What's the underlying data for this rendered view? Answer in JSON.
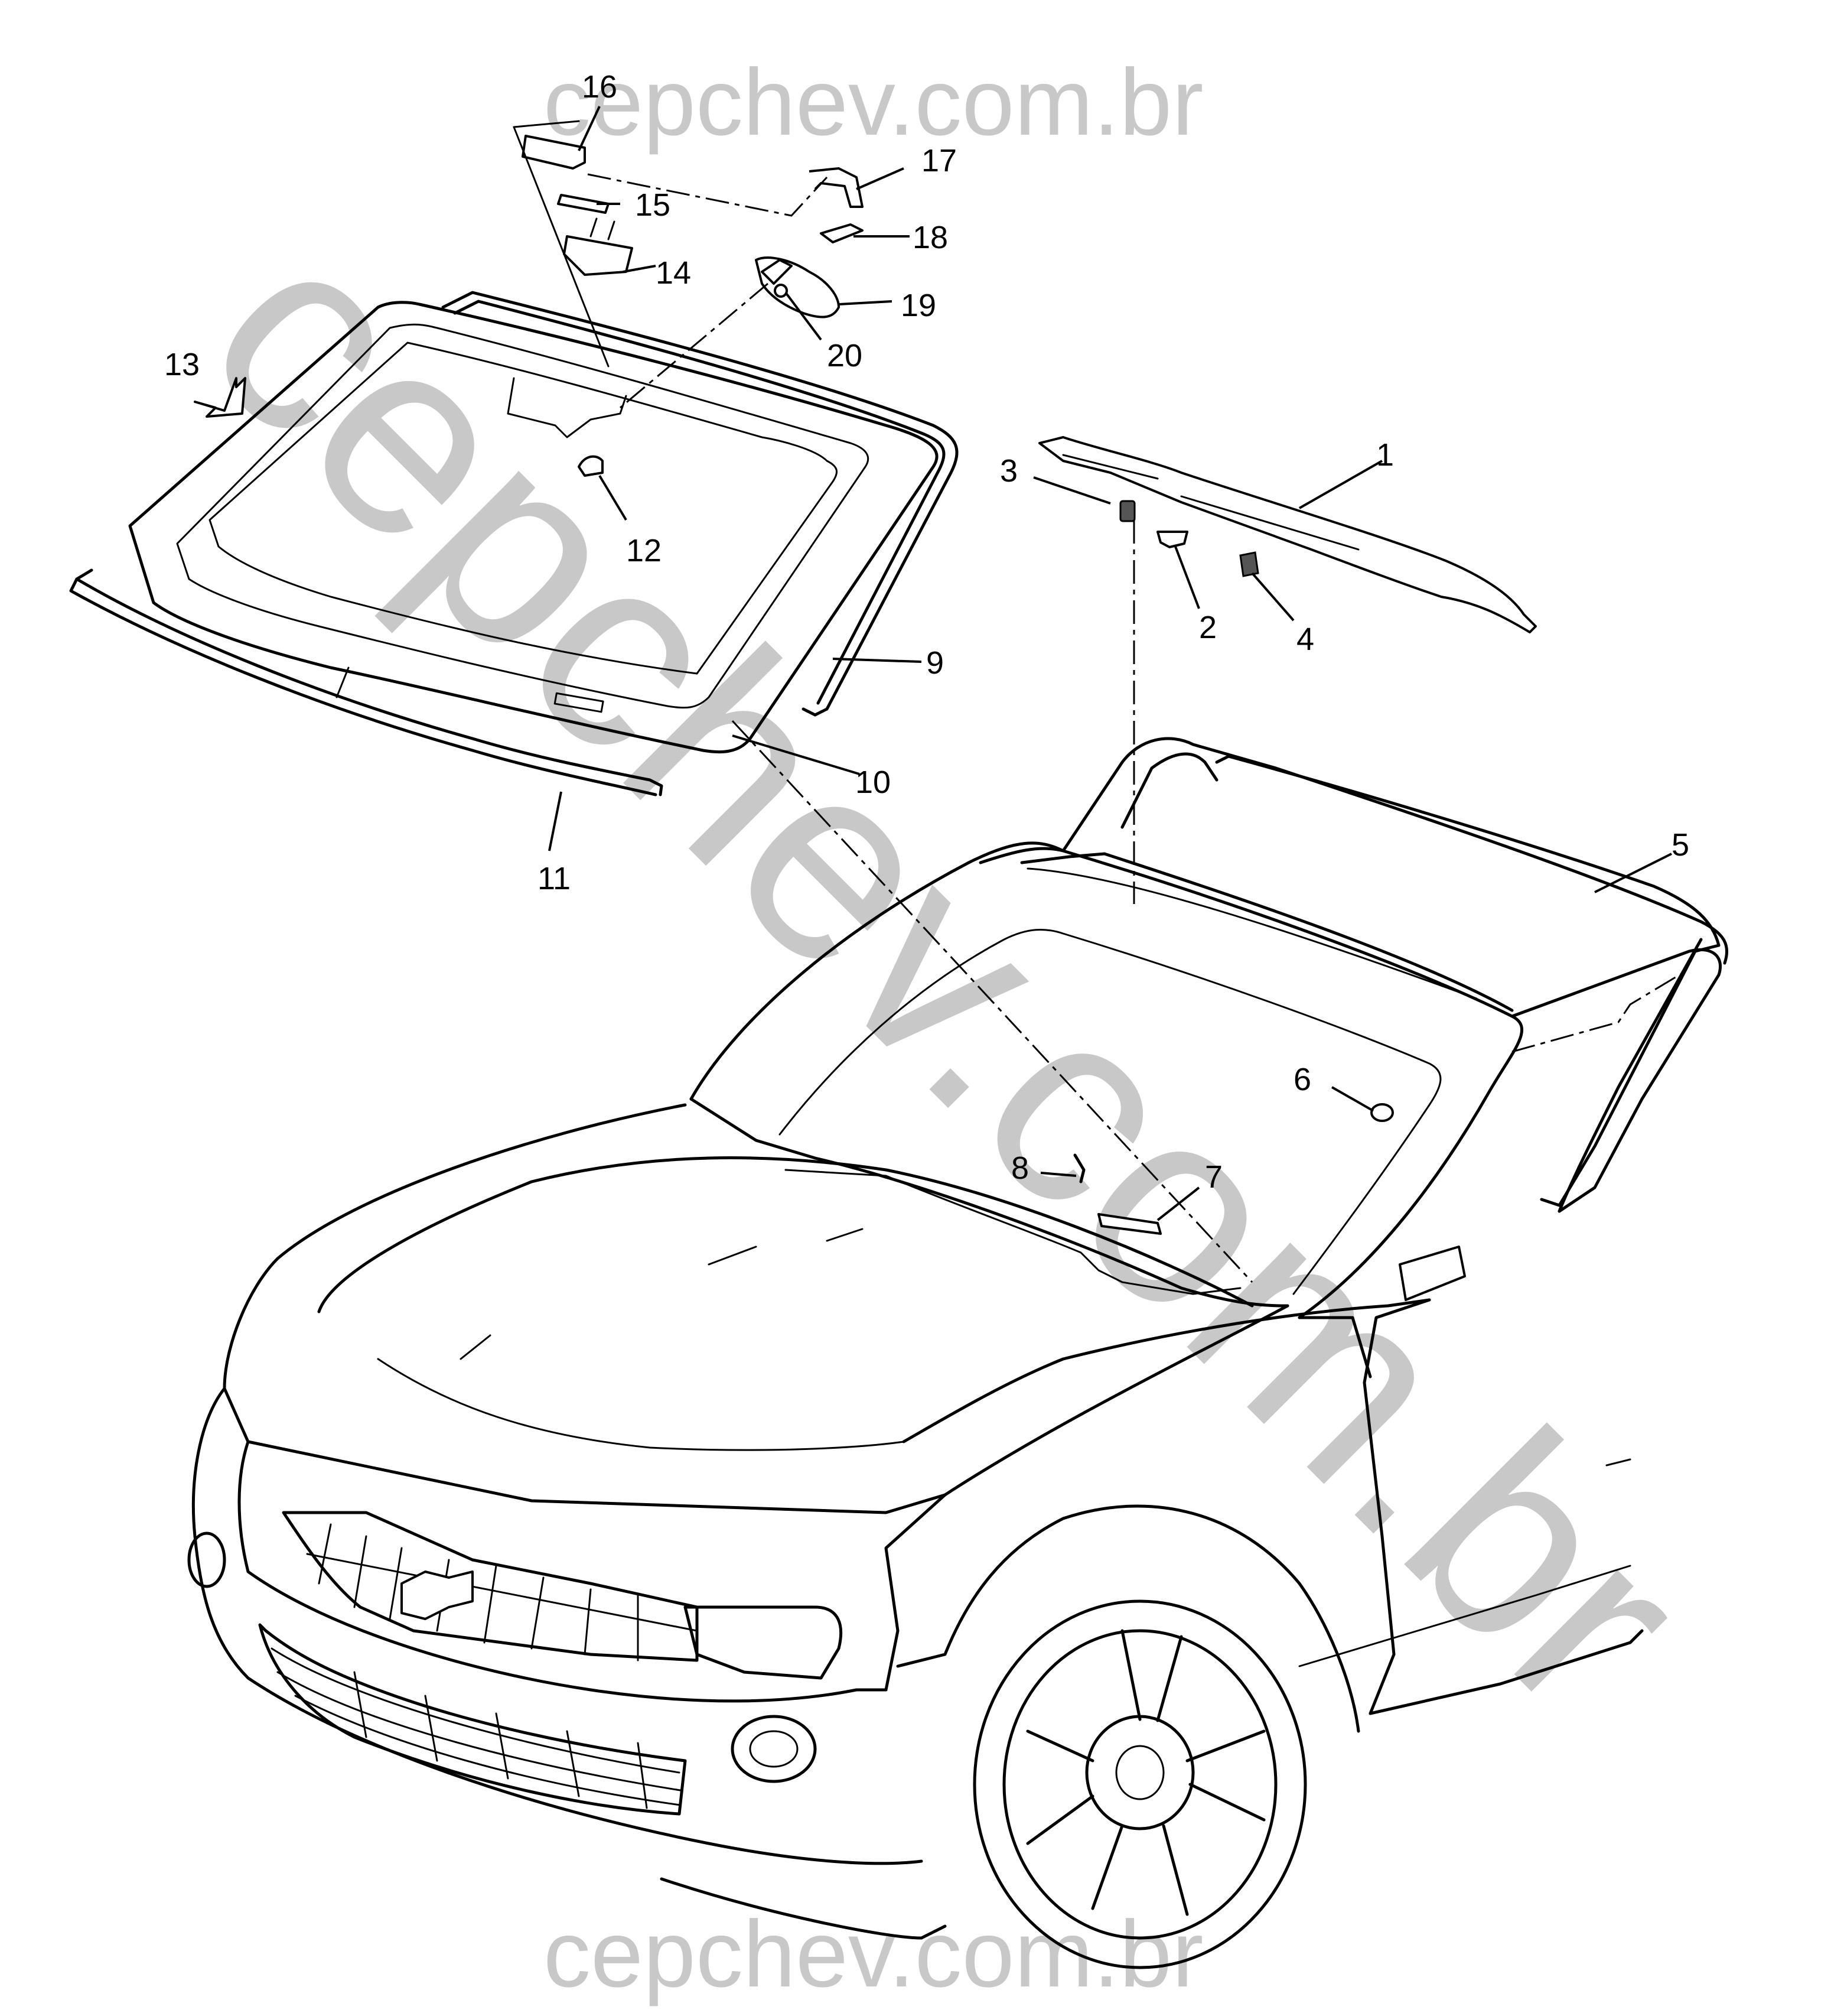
{
  "watermark": {
    "top": "cepchev.com.br",
    "bottom": "cepchev.com.br",
    "diagonal": "cepchev.com.br"
  },
  "callouts": [
    "1",
    "2",
    "3",
    "4",
    "5",
    "6",
    "7",
    "8",
    "9",
    "10",
    "11",
    "12",
    "13",
    "14",
    "15",
    "16",
    "17",
    "18",
    "19",
    "20"
  ]
}
